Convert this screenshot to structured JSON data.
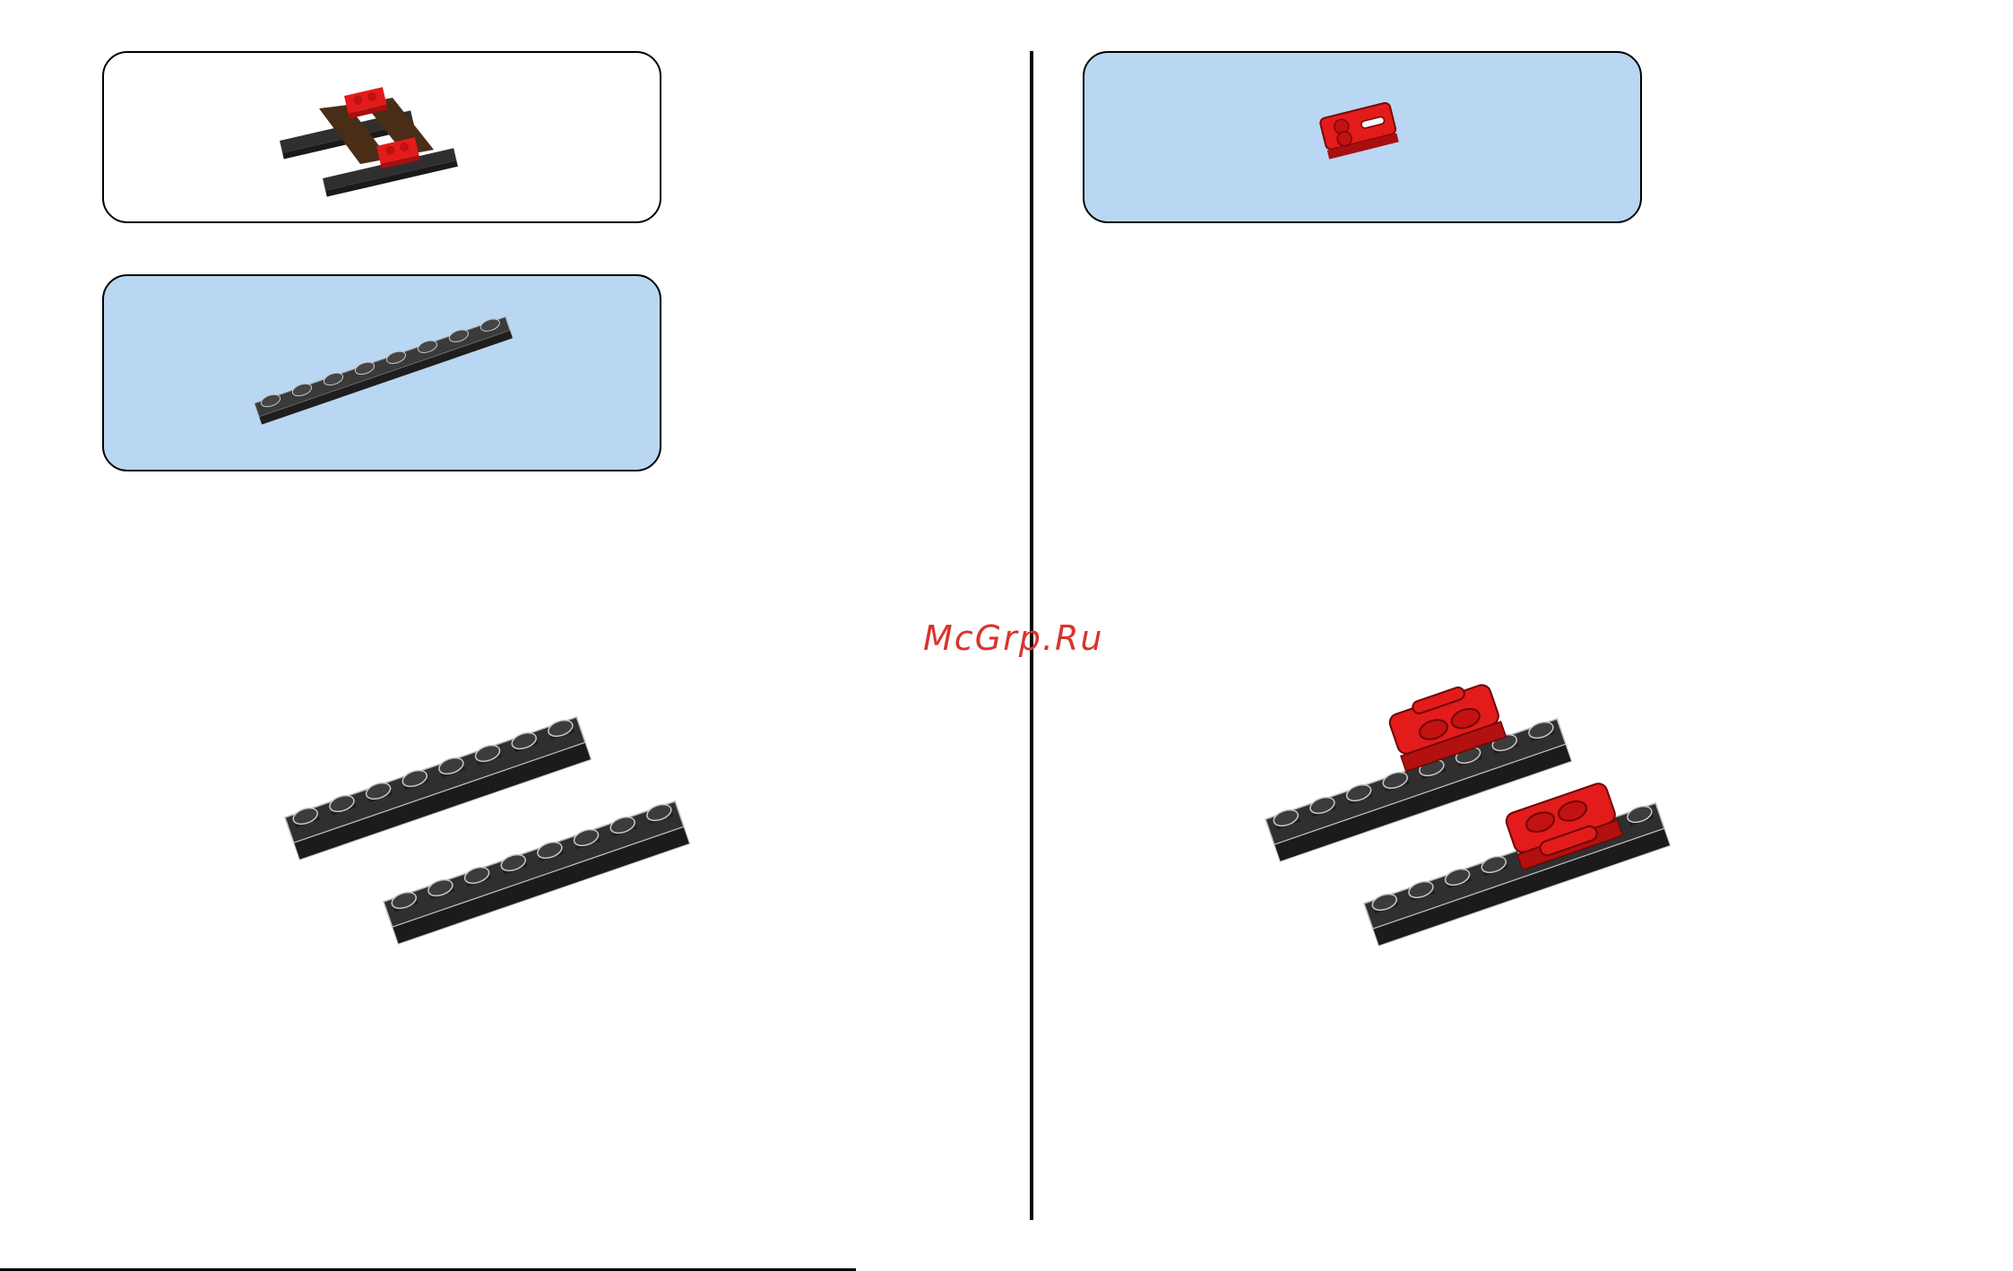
{
  "watermark": {
    "text": "McGrp.Ru"
  },
  "colors": {
    "panel_blue": "#b9d7f2",
    "plate_dark": "#2f2f2f",
    "plate_side": "#1e1e1e",
    "brick_red": "#e31b1b",
    "brick_red_dark": "#a80f0f",
    "brown": "#4a2d16"
  },
  "pages": {
    "left": {
      "callouts": [
        {
          "role": "final-assembly",
          "icon": "track-section-icon"
        },
        {
          "role": "parts-list",
          "icon": "dark-plate-1x8-icon"
        }
      ],
      "step_parts": [
        "dark-plate-1x8",
        "dark-plate-1x8"
      ]
    },
    "right": {
      "callouts": [
        {
          "role": "parts-list",
          "icon": "red-plate-handle-icon"
        }
      ],
      "step_parts": [
        "dark-plate-1x8",
        "red-plate-handle",
        "dark-plate-1x8",
        "red-plate-handle"
      ]
    }
  }
}
